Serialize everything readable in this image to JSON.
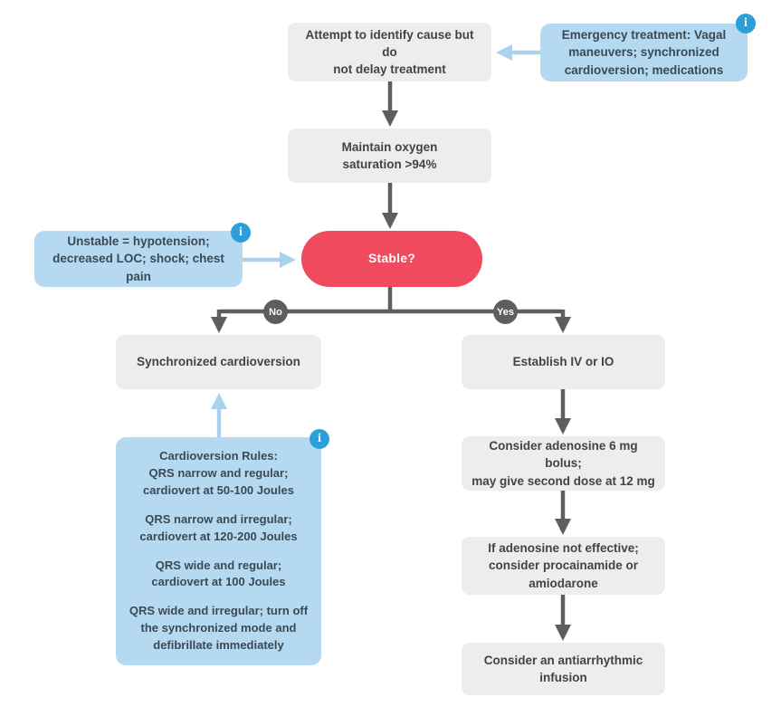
{
  "colors": {
    "dark": "#5d5e60",
    "light-blue": "#a9d2ef",
    "blue-fill": "#b5d9f1",
    "blue-text": "#3a4a54",
    "gray-fill": "#ededee",
    "gray-text": "#414446",
    "red": "#ef4a5e",
    "info": "#2d9fd8"
  },
  "nodes": {
    "attempt": {
      "text": "Attempt to identify cause but do\nnot delay treatment"
    },
    "emergency": {
      "text": "Emergency treatment: Vagal\nmaneuvers; synchronized\ncardioversion; medications"
    },
    "oxygen": {
      "text": "Maintain oxygen\nsaturation >94%"
    },
    "stable": {
      "text": "Stable?"
    },
    "unstable": {
      "text": "Unstable = hypotension;\ndecreased LOC; shock; chest pain"
    },
    "synchronized": {
      "text": "Synchronized cardioversion"
    },
    "rules": {
      "title": "Cardioversion Rules:",
      "paragraphs": [
        "QRS narrow and regular;\ncardiovert at 50-100 Joules",
        "QRS narrow and irregular;\ncardiovert at 120-200 Joules",
        "QRS wide and regular;\ncardiovert at 100 Joules",
        "QRS wide and irregular; turn off\nthe synchronized mode and\ndefibrillate immediately"
      ]
    },
    "establish": {
      "text": "Establish IV or IO"
    },
    "adenosine": {
      "text": "Consider adenosine 6 mg bolus;\nmay give second dose at 12 mg"
    },
    "not_effective": {
      "text": "If adenosine not effective;\nconsider procainamide or\namiodarone"
    },
    "infusion": {
      "text": "Consider an antiarrhythmic\ninfusion"
    }
  },
  "branch_labels": {
    "no": "No",
    "yes": "Yes"
  },
  "icons": {
    "info_glyph": "i"
  }
}
